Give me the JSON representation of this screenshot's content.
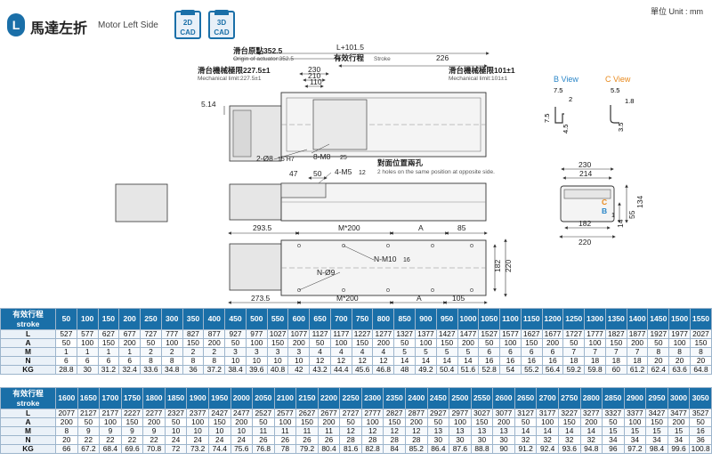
{
  "header": {
    "badge": "L",
    "title_cn": "馬達左折",
    "title_en": "Motor Left Side",
    "cad_2d": "2D",
    "cad_3d": "3D",
    "cad_label": "CAD",
    "unit": "單位 Unit : mm"
  },
  "drawing": {
    "dims": {
      "L_total": "L+101.5",
      "origin_cn": "滑台原點352.5",
      "origin_en": "Origin of actuator:352.5",
      "stroke_cn": "有效行程",
      "stroke_en": "Stroke",
      "d226": "226",
      "mech_left_cn": "滑台機械極限227.5±1",
      "mech_left_en": "Mechanical limit:227.5±1",
      "mech_right_cn": "滑台機械極限101±1",
      "mech_right_en": "Mechanical limit:101±1",
      "d230": "230",
      "d210": "210",
      "d110": "110",
      "d514": "5.14",
      "hole_pin": "2-Ø8",
      "hole_pin_tol": "15 H7",
      "hole_m8": "8-M8",
      "hole_m8_depth": "25",
      "d47": "47",
      "d50": "50",
      "hole_m5": "4-M5",
      "hole_m5_depth": "12",
      "opp_cn": "對面位置兩孔",
      "opp_en": "2 holes on the same position at opposite side.",
      "d293_5": "293.5",
      "m200_top": "M*200",
      "a_top": "A",
      "d85": "85",
      "hole_m10": "N-M10",
      "hole_m10_depth": "16",
      "hole_d9": "N-Ø9",
      "d182_side": "182",
      "d220_side": "220",
      "d273_5": "273.5",
      "m200_bot": "M*200",
      "a_bot": "A",
      "d105": "105",
      "d230_end": "230",
      "d214": "214",
      "d182_end": "182",
      "d220_end": "220",
      "d134": "134",
      "d55": "55",
      "d14": "14",
      "d1": "1",
      "label_c": "C",
      "label_b": "B",
      "b_view": "B View",
      "c_view": "C View",
      "b75a": "7.5",
      "b2": "2",
      "b75b": "7.5",
      "b45": "4.5",
      "c55": "5.5",
      "c18": "1.8",
      "c35": "3.5"
    },
    "colors": {
      "b_view": "#2a86c8",
      "c_view": "#e8891d",
      "line": "#333333"
    }
  },
  "table1": {
    "corner": [
      "有效行程",
      "stroke"
    ],
    "strokes": [
      "50",
      "100",
      "150",
      "200",
      "250",
      "300",
      "350",
      "400",
      "450",
      "500",
      "550",
      "600",
      "650",
      "700",
      "750",
      "800",
      "850",
      "900",
      "950",
      "1000",
      "1050",
      "1100",
      "1150",
      "1200",
      "1250",
      "1300",
      "1350",
      "1400",
      "1450",
      "1500",
      "1550"
    ],
    "rows": [
      {
        "label": "L",
        "values": [
          "527",
          "577",
          "627",
          "677",
          "727",
          "777",
          "827",
          "877",
          "927",
          "977",
          "1027",
          "1077",
          "1127",
          "1177",
          "1227",
          "1277",
          "1327",
          "1377",
          "1427",
          "1477",
          "1527",
          "1577",
          "1627",
          "1677",
          "1727",
          "1777",
          "1827",
          "1877",
          "1927",
          "1977",
          "2027"
        ]
      },
      {
        "label": "A",
        "values": [
          "50",
          "100",
          "150",
          "200",
          "50",
          "100",
          "150",
          "200",
          "50",
          "100",
          "150",
          "200",
          "50",
          "100",
          "150",
          "200",
          "50",
          "100",
          "150",
          "200",
          "50",
          "100",
          "150",
          "200",
          "50",
          "100",
          "150",
          "200",
          "50",
          "100",
          "150"
        ]
      },
      {
        "label": "M",
        "values": [
          "1",
          "1",
          "1",
          "1",
          "2",
          "2",
          "2",
          "2",
          "3",
          "3",
          "3",
          "3",
          "4",
          "4",
          "4",
          "4",
          "5",
          "5",
          "5",
          "5",
          "6",
          "6",
          "6",
          "6",
          "7",
          "7",
          "7",
          "7",
          "8",
          "8",
          "8"
        ]
      },
      {
        "label": "N",
        "values": [
          "6",
          "6",
          "6",
          "6",
          "8",
          "8",
          "8",
          "8",
          "10",
          "10",
          "10",
          "10",
          "12",
          "12",
          "12",
          "12",
          "14",
          "14",
          "14",
          "14",
          "16",
          "16",
          "16",
          "16",
          "18",
          "18",
          "18",
          "18",
          "20",
          "20",
          "20"
        ]
      },
      {
        "label": "KG",
        "values": [
          "28.8",
          "30",
          "31.2",
          "32.4",
          "33.6",
          "34.8",
          "36",
          "37.2",
          "38.4",
          "39.6",
          "40.8",
          "42",
          "43.2",
          "44.4",
          "45.6",
          "46.8",
          "48",
          "49.2",
          "50.4",
          "51.6",
          "52.8",
          "54",
          "55.2",
          "56.4",
          "59.2",
          "59.8",
          "60",
          "61.2",
          "62.4",
          "63.6",
          "64.8"
        ]
      }
    ]
  },
  "table2": {
    "corner": [
      "有效行程",
      "stroke"
    ],
    "strokes": [
      "1600",
      "1650",
      "1700",
      "1750",
      "1800",
      "1850",
      "1900",
      "1950",
      "2000",
      "2050",
      "2100",
      "2150",
      "2200",
      "2250",
      "2300",
      "2350",
      "2400",
      "2450",
      "2500",
      "2550",
      "2600",
      "2650",
      "2700",
      "2750",
      "2800",
      "2850",
      "2900",
      "2950",
      "3000",
      "3050"
    ],
    "rows": [
      {
        "label": "L",
        "values": [
          "2077",
          "2127",
          "2177",
          "2227",
          "2277",
          "2327",
          "2377",
          "2427",
          "2477",
          "2527",
          "2577",
          "2627",
          "2677",
          "2727",
          "2777",
          "2827",
          "2877",
          "2927",
          "2977",
          "3027",
          "3077",
          "3127",
          "3177",
          "3227",
          "3277",
          "3327",
          "3377",
          "3427",
          "3477",
          "3527"
        ]
      },
      {
        "label": "A",
        "values": [
          "200",
          "50",
          "100",
          "150",
          "200",
          "50",
          "100",
          "150",
          "200",
          "50",
          "100",
          "150",
          "200",
          "50",
          "100",
          "150",
          "200",
          "50",
          "100",
          "150",
          "200",
          "50",
          "100",
          "150",
          "200",
          "50",
          "100",
          "150",
          "200",
          "50"
        ]
      },
      {
        "label": "M",
        "values": [
          "8",
          "9",
          "9",
          "9",
          "9",
          "10",
          "10",
          "10",
          "10",
          "11",
          "11",
          "11",
          "11",
          "12",
          "12",
          "12",
          "12",
          "13",
          "13",
          "13",
          "13",
          "14",
          "14",
          "14",
          "14",
          "15",
          "15",
          "15",
          "15",
          "16"
        ]
      },
      {
        "label": "N",
        "values": [
          "20",
          "22",
          "22",
          "22",
          "22",
          "24",
          "24",
          "24",
          "24",
          "26",
          "26",
          "26",
          "26",
          "28",
          "28",
          "28",
          "28",
          "30",
          "30",
          "30",
          "30",
          "32",
          "32",
          "32",
          "32",
          "34",
          "34",
          "34",
          "34",
          "36"
        ]
      },
      {
        "label": "KG",
        "values": [
          "66",
          "67.2",
          "68.4",
          "69.6",
          "70.8",
          "72",
          "73.2",
          "74.4",
          "75.6",
          "76.8",
          "78",
          "79.2",
          "80.4",
          "81.6",
          "82.8",
          "84",
          "85.2",
          "86.4",
          "87.6",
          "88.8",
          "90",
          "91.2",
          "92.4",
          "93.6",
          "94.8",
          "96",
          "97.2",
          "98.4",
          "99.6",
          "100.8"
        ]
      }
    ]
  }
}
